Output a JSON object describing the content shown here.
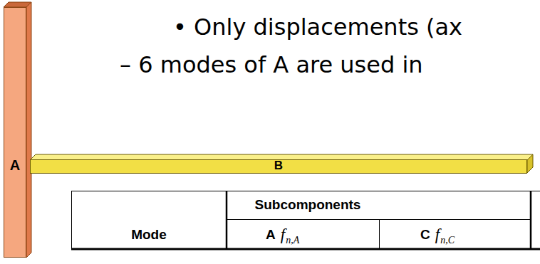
{
  "diagram": {
    "nodes": [
      {
        "text": [
          "A"
        ]
      },
      {
        "text": [
          "B"
        ]
      }
    ],
    "labels": [
      "• Only displacements (ax",
      "– 6 modes of A are used in",
      "Subcomponents",
      "Mode",
      "A",
      "f",
      "n,A",
      "C",
      "f",
      "n,C"
    ]
  }
}
